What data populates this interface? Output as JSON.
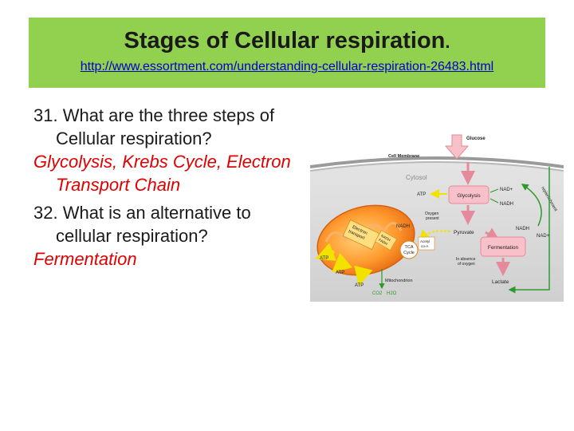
{
  "slide": {
    "title_main": "Stages of Cellular respiration",
    "title_dot": ".",
    "link": "http://www.essortment.com/understanding-cellular-respiration-26483.html"
  },
  "questions": [
    {
      "prompt": "31. What are the three steps of Cellular respiration?",
      "answer": "Glycolysis, Krebs Cycle, Electron Transport Chain"
    },
    {
      "prompt": "32. What is an alternative to cellular respiration?",
      "answer": "Fermentation"
    }
  ],
  "diagram": {
    "cell_membrane": "Cell Membrane",
    "cytosol": "Cytosol",
    "glucose": "Glucose",
    "glycolysis": "Glycolysis",
    "pyruvate": "Pyruvate",
    "fermentation": "Fermentation",
    "lactate": "Lactate",
    "nad_top": "NAD+",
    "nadh_top": "NADH",
    "nadh_right": "NADH",
    "nad_right": "NAD+",
    "replenishment": "replenishment",
    "atp_glycolysis": "ATP",
    "oxygen_present_1": "Oxygen",
    "oxygen_present_2": "present",
    "absence_1": "In absence",
    "absence_2": "of oxygen",
    "nadh_mito": "NADH",
    "acetyl_1": "Acetyl",
    "acetyl_2": "co-A",
    "tca_1": "TCA",
    "tca_2": "Cycle",
    "etc_1": "Electron",
    "etc_2": "transport",
    "nadh_fadh_1": "NADH",
    "nadh_fadh_2": "FADH",
    "atp_1": "ATP",
    "atp_2": "ATP",
    "atp_3": "ATP",
    "mitochondrion": "Mitochondrion",
    "co2": "CO2",
    "h2o": "H2O"
  },
  "colors": {
    "title_band": "#92d050",
    "link": "#0000cc",
    "answer": "#e00000"
  }
}
